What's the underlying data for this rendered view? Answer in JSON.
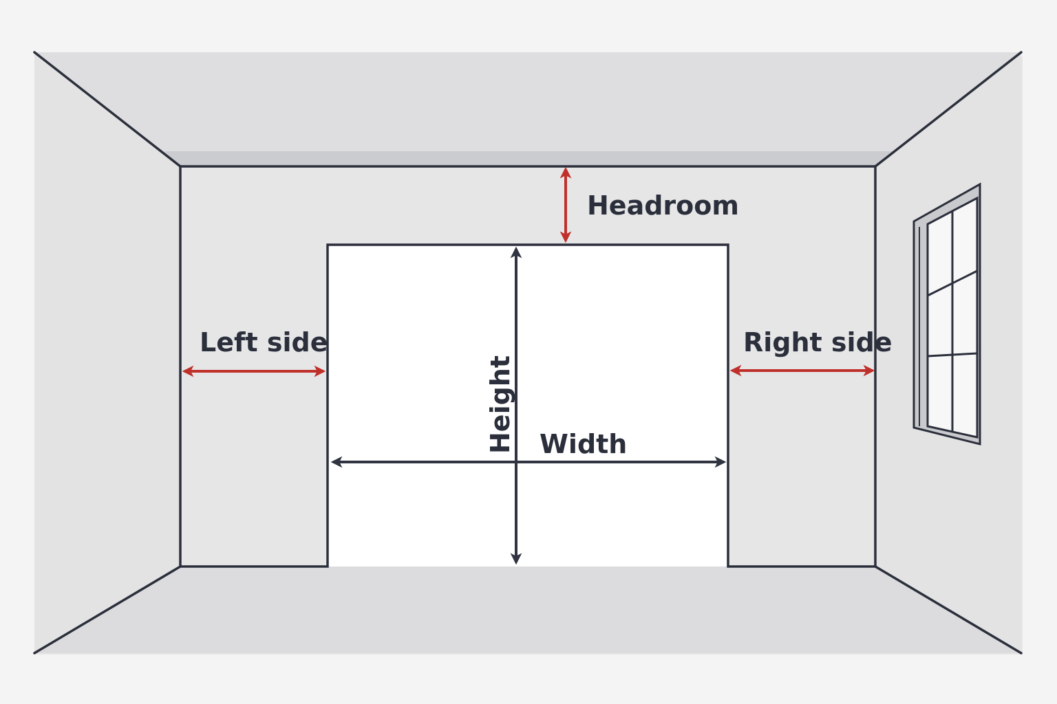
{
  "diagram": {
    "labels": {
      "headroom": "Headroom",
      "left_side": "Left side",
      "right_side": "Right side",
      "height": "Height",
      "width": "Width"
    },
    "colors": {
      "background": "#f4f4f4",
      "ceiling": "#dedee0",
      "ceiling_edge": "#cbccd0",
      "walls": "#e6e6e7",
      "floor": "#dcdcde",
      "opening": "#ffffff",
      "outline": "#2b2f3b",
      "measure_red": "#c0302b",
      "measure_dark": "#2f3440",
      "window_glass": "#f7f7f8",
      "window_frame": "#c9cacd"
    },
    "icons": [
      "window-icon"
    ]
  }
}
